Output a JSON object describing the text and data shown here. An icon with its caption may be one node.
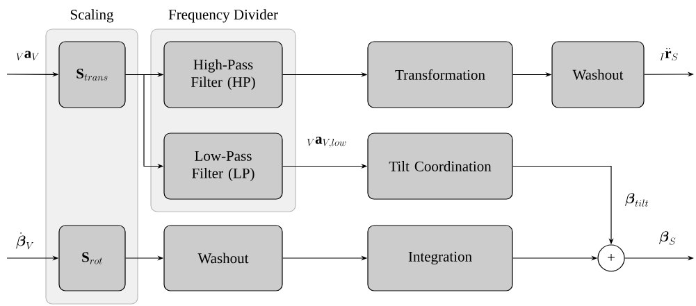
{
  "diagram": {
    "nodes": [
      {
        "text": [
          "Scaling"
        ]
      },
      {
        "text": [
          "Frequency Divider"
        ]
      },
      {
        "text": [
          "\\mathbf{S}_{trans}"
        ],
        "in": 0
      },
      {
        "text": [
          "High-Pass Filter (HP)"
        ],
        "in": 1
      },
      {
        "text": [
          "Low-Pass Filter (LP)"
        ],
        "in": 1
      },
      {
        "text": [
          "Transformation"
        ]
      },
      {
        "text": [
          "Washout"
        ]
      },
      {
        "text": [
          "Tilt Coordination"
        ]
      },
      {
        "text": [
          "\\mathbf{S}_{rot}"
        ],
        "in": 0
      },
      {
        "text": [
          "Washout"
        ]
      },
      {
        "text": [
          "Integration"
        ]
      },
      {
        "text": [
          "+"
        ]
      }
    ],
    "edges": [
      {
        "from": null,
        "to": 2,
        "arrow": "to",
        "label": "{}_{V}\\mathbf{a}_{V}"
      },
      {
        "from": 2,
        "to": 3,
        "arrow": "to"
      },
      {
        "from": 2,
        "to": 4,
        "arrow": "to"
      },
      {
        "from": 3,
        "to": 5,
        "arrow": "to"
      },
      {
        "from": 5,
        "to": 6,
        "arrow": "to"
      },
      {
        "from": 6,
        "to": null,
        "arrow": "to",
        "label": "{}_{I}\\ddot{\\mathbf{r}}_{S}"
      },
      {
        "from": 4,
        "to": 7,
        "arrow": "to",
        "label": "{}_{V}\\mathbf{a}_{V,low}"
      },
      {
        "from": 7,
        "to": 11,
        "arrow": "to",
        "label": "\\boldsymbol{\\beta}_{tilt}"
      },
      {
        "from": null,
        "to": 8,
        "arrow": "to",
        "label": "\\dot{\\boldsymbol{\\beta}}_{V}"
      },
      {
        "from": 8,
        "to": 9,
        "arrow": "to"
      },
      {
        "from": 9,
        "to": 10,
        "arrow": "to"
      },
      {
        "from": 10,
        "to": 11,
        "arrow": "to"
      },
      {
        "from": 11,
        "to": null,
        "arrow": "to",
        "label": "\\boldsymbol{\\beta}_{S}"
      }
    ]
  }
}
